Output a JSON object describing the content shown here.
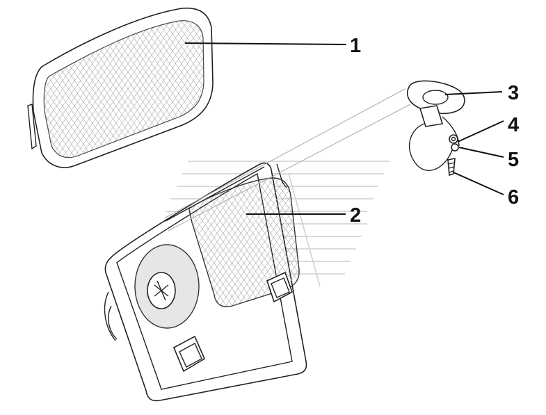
{
  "callouts": [
    {
      "id": "1",
      "label": "1"
    },
    {
      "id": "2",
      "label": "2"
    },
    {
      "id": "3",
      "label": "3"
    },
    {
      "id": "4",
      "label": "4"
    },
    {
      "id": "5",
      "label": "5"
    },
    {
      "id": "6",
      "label": "6"
    }
  ],
  "icons": {
    "lens": "lens-part",
    "lamp_housing": "lamp-housing-part",
    "bulb_holder": "bulb-holder-part",
    "nut": "nut-part",
    "washer": "washer-part",
    "screw": "screw-part",
    "watermark": "watermark-logo"
  }
}
